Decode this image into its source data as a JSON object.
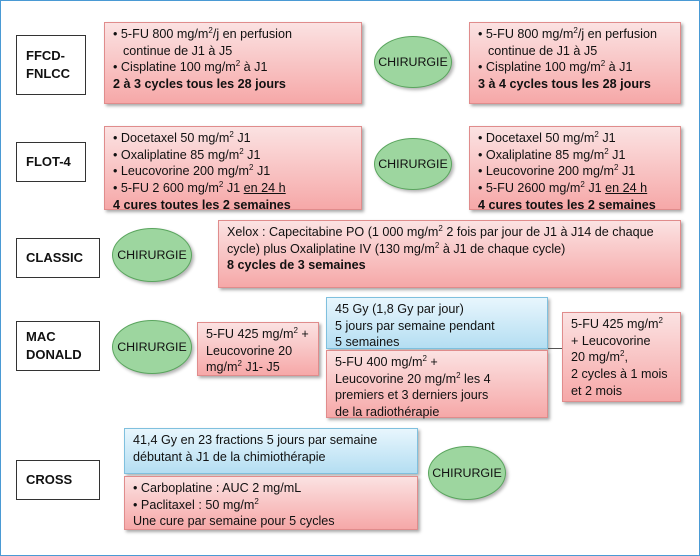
{
  "chirurgie_label": "CHIRURGIE",
  "protocols": {
    "ffcd": {
      "name_line1": "FFCD-",
      "name_line2": "FNLCC",
      "pre": {
        "b1_a": "5-FU 800 mg/m",
        "b1_b": "/j en perfusion",
        "b1_c": "continue de J1 à J5",
        "b2_a": "Cisplatine 100 mg/m",
        "b2_b": " à J1",
        "bold": "2 à 3 cycles tous les 28 jours"
      },
      "post": {
        "b1_a": "5-FU 800 mg/m",
        "b1_b": "/j en perfusion",
        "b1_c": "continue de J1 à J5",
        "b2_a": "Cisplatine 100 mg/m",
        "b2_b": " à J1",
        "bold": "3 à 4 cycles tous les 28 jours"
      }
    },
    "flot": {
      "name": "FLOT-4",
      "pre": {
        "l1_a": "Docetaxel 50 mg/m",
        "l1_b": " J1",
        "l2_a": "Oxaliplatine 85 mg/m",
        "l2_b": " J1",
        "l3_a": "Leucovorine 200 mg/m",
        "l3_b": " J1",
        "l4_a": "5-FU 2 600 mg/m",
        "l4_b": " J1 ",
        "l4_u": "en 24 h",
        "bold": "4 cures toutes les 2 semaines"
      },
      "post": {
        "l1_a": "Docetaxel 50 mg/m",
        "l1_b": " J1",
        "l2_a": "Oxaliplatine 85 mg/m",
        "l2_b": " J1",
        "l3_a": "Leucovorine 200 mg/m",
        "l3_b": " J1",
        "l4_a": "5-FU 2600 mg/m",
        "l4_b": " J1 ",
        "l4_u": "en 24 h",
        "bold": "4 cures toutes les 2 semaines"
      }
    },
    "classic": {
      "name": "CLASSIC",
      "post": {
        "l1_a": "Xelox : Capecitabine PO (1 000 mg/m",
        "l1_b": " 2 fois par jour de J1 à J14 de chaque",
        "l2_a": "cycle) plus Oxaliplatine IV (130 mg/m",
        "l2_b": " à J1 de chaque cycle)",
        "bold": "8 cycles de 3 semaines"
      }
    },
    "macdonald": {
      "name_line1": "MAC",
      "name_line2": "DONALD",
      "chemo1": {
        "l1_a": "5-FU 425 mg/m",
        "l1_b": " +",
        "l2": "Leucovorine 20",
        "l3_a": "mg/m",
        "l3_b": " J1- J5"
      },
      "radio": {
        "l1": "45 Gy (1,8 Gy par jour)",
        "l2": "5 jours par semaine pendant",
        "l3": "5 semaines"
      },
      "concurrent": {
        "l1_a": "5-FU 400 mg/m",
        "l1_b": " +",
        "l2": "Leucovorine 20 mg/m",
        "l2_b": " les 4",
        "l3": "premiers et 3 derniers jours",
        "l4": "de la radiothérapie"
      },
      "post": {
        "l1_a": "5-FU 425 mg/m",
        "l2": "+ Leucovorine",
        "l3_a": "20 mg/m",
        "l3_b": ",",
        "l4": "2 cycles à 1 mois",
        "l5": "et 2 mois"
      }
    },
    "cross": {
      "name": "CROSS",
      "radio": {
        "l1": "41,4 Gy en 23 fractions 5 jours par semaine",
        "l2": "débutant à J1 de la chimiothérapie"
      },
      "chemo": {
        "l1": "Carboplatine : AUC 2 mg/mL",
        "l2_a": "Paclitaxel : 50 mg/m",
        "l3": "Une cure par semaine pour 5 cycles"
      }
    }
  },
  "sup2": "2",
  "bullet": "•",
  "colors": {
    "frame": "#4a9ad4",
    "pink_box": "#f6a8a8",
    "blue_box": "#b4def2",
    "ellipse": "#9dd69f"
  }
}
